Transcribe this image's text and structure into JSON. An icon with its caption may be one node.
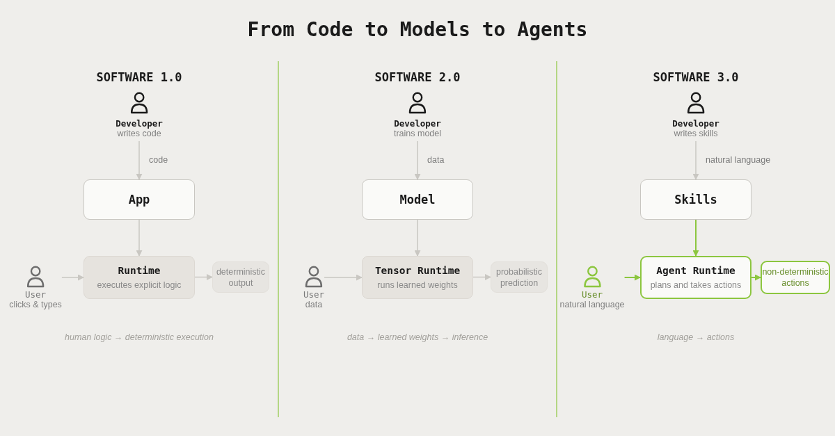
{
  "diagram": {
    "title": "From Code to Models to Agents",
    "nodes": [
      {
        "text": [
          "Developer",
          "writes code"
        ]
      },
      {
        "text": [
          "App"
        ]
      },
      {
        "text": [
          "User",
          "clicks & types"
        ]
      },
      {
        "text": [
          "Runtime",
          "executes explicit logic"
        ]
      },
      {
        "text": [
          "deterministic output"
        ]
      },
      {
        "text": [
          "Developer",
          "trains model"
        ]
      },
      {
        "text": [
          "Model"
        ]
      },
      {
        "text": [
          "User",
          "data"
        ]
      },
      {
        "text": [
          "Tensor Runtime",
          "runs learned weights"
        ]
      },
      {
        "text": [
          "probabilistic prediction"
        ]
      },
      {
        "text": [
          "Developer",
          "writes skills"
        ]
      },
      {
        "text": [
          "Skills"
        ]
      },
      {
        "text": [
          "User",
          "natural language"
        ]
      },
      {
        "text": [
          "Agent Runtime",
          "plans and takes actions"
        ]
      },
      {
        "text": [
          "non-deterministic actions"
        ]
      }
    ],
    "edges": [
      {
        "from": 0,
        "to": 1,
        "arrow": "to",
        "label": "code"
      },
      {
        "from": 1,
        "to": 3,
        "arrow": "to"
      },
      {
        "from": 2,
        "to": 3,
        "arrow": "to"
      },
      {
        "from": 3,
        "to": 4,
        "arrow": "to"
      },
      {
        "from": 5,
        "to": 6,
        "arrow": "to",
        "label": "data"
      },
      {
        "from": 6,
        "to": 8,
        "arrow": "to"
      },
      {
        "from": 7,
        "to": 8,
        "arrow": "to"
      },
      {
        "from": 8,
        "to": 9,
        "arrow": "to"
      },
      {
        "from": 10,
        "to": 11,
        "arrow": "to",
        "label": "natural language"
      },
      {
        "from": 11,
        "to": 13,
        "arrow": "to",
        "color": "#8cc63f"
      },
      {
        "from": 12,
        "to": 13,
        "arrow": "to",
        "color": "#8cc63f"
      },
      {
        "from": 13,
        "to": 14,
        "arrow": "to",
        "color": "#8cc63f"
      }
    ],
    "labels": [
      "SOFTWARE 1.0",
      "SOFTWARE 2.0",
      "SOFTWARE 3.0",
      "human logic → deterministic execution",
      "data → learned weights → inference",
      "language → actions"
    ]
  }
}
